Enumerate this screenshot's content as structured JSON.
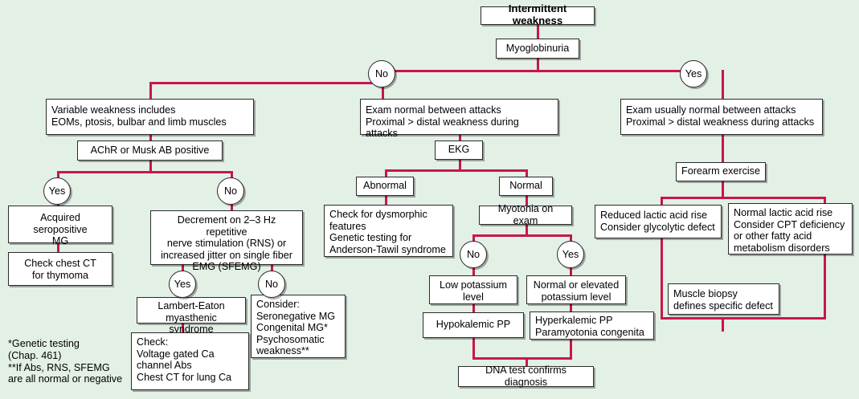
{
  "figure": {
    "kind": "clinical-decision-flowchart",
    "background_color": "#e3f0e6",
    "connector_color": "#c8164c",
    "box_border_color": "#2a2a2a",
    "box_fill_color": "#ffffff"
  },
  "nodes": {
    "root": "Intermittent weakness",
    "myoglobinuria": "Myoglobinuria",
    "left_branch": {
      "variable_weakness": "Variable weakness includes\n   EOMs, ptosis, bulbar and limb muscles",
      "achr": "AChR or Musk AB positive",
      "acquired_mg": "Acquired seropositive\nMG",
      "chest_ct": "Check chest CT\nfor thymoma",
      "decrement": "Decrement on 2–3 Hz repetitive\nnerve stimulation (RNS) or\nincreased jitter on single fiber\nEMG (SFEMG)",
      "lambert_eaton": "Lambert-Eaton\nmyasthenic syndrome",
      "check_voltage": "Check:\n   Voltage gated Ca\n   channel Abs\n   Chest CT for lung Ca",
      "consider": "Consider:\n   Seronegative MG\n   Congenital MG*\n   Psychosomatic\n   weakness**"
    },
    "middle_branch": {
      "exam_normal": "Exam normal between attacks\nProximal > distal weakness during attacks",
      "ekg": "EKG",
      "abnormal": "Abnormal",
      "normal": "Normal",
      "dysmorphic": "Check for dysmorphic\nfeatures\nGenetic testing for\nAnderson-Tawil syndrome",
      "myotonia": "Myotonia on exam",
      "low_potassium": "Low potassium\nlevel",
      "normal_elevated_potassium": "Normal or elevated\npotassium level",
      "hypokalemic": "Hypokalemic PP",
      "hyperkalemic": "Hyperkalemic PP\nParamyotonia congenita",
      "dna_test": "DNA test confirms diagnosis"
    },
    "right_branch": {
      "exam_usually_normal": "Exam usually normal between attacks\nProximal > distal weakness during attacks",
      "forearm_exercise": "Forearm exercise",
      "reduced_lactic": "Reduced lactic acid rise\nConsider glycolytic defect",
      "normal_lactic": "Normal lactic acid rise\nConsider CPT deficiency\nor other fatty acid\nmetabolism disorders",
      "muscle_biopsy": "Muscle biopsy\n   defines specific defect"
    }
  },
  "branch_labels": {
    "top_no": "No",
    "top_yes": "Yes",
    "achr_yes": "Yes",
    "achr_no": "No",
    "decrement_yes": "Yes",
    "decrement_no": "No",
    "myotonia_no": "No",
    "myotonia_yes": "Yes"
  },
  "footnotes": {
    "text": "*Genetic testing\n  (Chap. 461)\n**If Abs, RNS, SFEMG\n  are all normal or negative"
  }
}
